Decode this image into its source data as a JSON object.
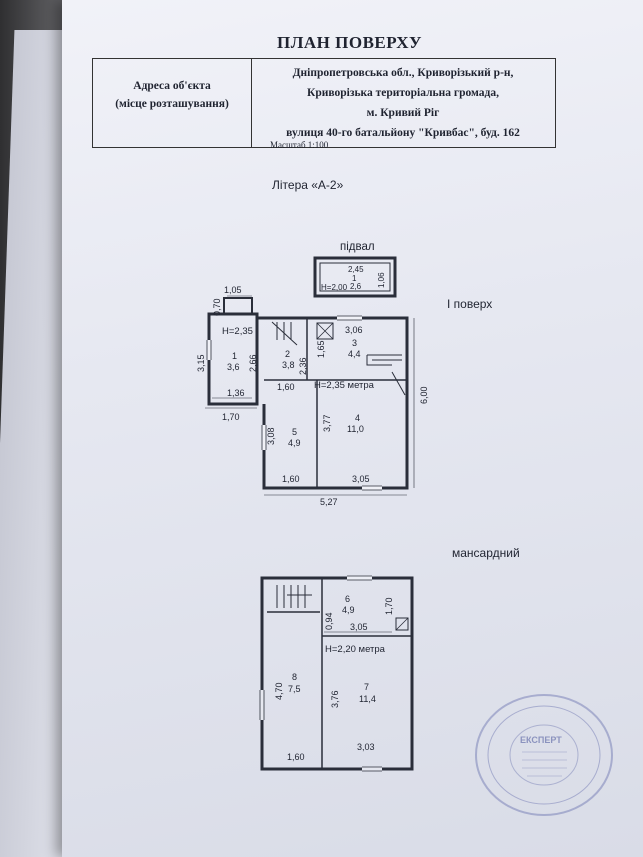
{
  "document": {
    "title": "ПЛАН ПОВЕРХУ",
    "address_label_line1": "Адреса об'єкта",
    "address_label_line2": "(місце розташування)",
    "address_lines": [
      "Дніпропетровська обл., Криворізький р-н,",
      "Криворізька територіальна громада,",
      "м. Кривий Ріг",
      "вулиця 40-го батальйону \"Кривбас\", буд. 162"
    ],
    "scale": "Масштаб 1:100",
    "litera": "Літера «А-2»"
  },
  "basement": {
    "label": "підвал",
    "dim_width": "2,45",
    "room_number": "1",
    "room_area": "2,6",
    "height": "Н=2,00",
    "dim_depth": "1,06"
  },
  "floor1": {
    "label": "І поверх",
    "height_left": "Н=2,35",
    "height_main": "Н=2,35 метра",
    "rooms": [
      {
        "number": "1",
        "area": "3,6"
      },
      {
        "number": "2",
        "area": "3,8"
      },
      {
        "number": "3",
        "area": "4,4"
      },
      {
        "number": "4",
        "area": "11,0"
      },
      {
        "number": "5",
        "area": "4,9"
      }
    ],
    "dims": {
      "top_left": "1,05",
      "left_small": "0,70",
      "left_height": "3,15",
      "inner_2_66": "2,66",
      "inner_2_36": "2,36",
      "inner_1_65": "1,65",
      "room3_width": "3,06",
      "bottom_1_36": "1,36",
      "outer_1_70": "1,70",
      "mid_1_60": "1,60",
      "right_6_00": "6,00",
      "room5_height": "3,08",
      "room4_height": "3,77",
      "bottom_1_60": "1,60",
      "bottom_3_05": "3,05",
      "total_5_27": "5,27"
    }
  },
  "attic": {
    "label": "мансардний",
    "height": "Н=2,20 метра",
    "rooms": [
      {
        "number": "6",
        "area": "4,9"
      },
      {
        "number": "8",
        "area": "7,5"
      },
      {
        "number": "7",
        "area": "11,4"
      }
    ],
    "dims": {
      "room6_height": "1,70",
      "small_0_94": "0,94",
      "width_3_05": "3,05",
      "room8_height": "4,70",
      "room7_height": "3,76",
      "bottom_1_60": "1,60",
      "bottom_3_03": "3,03"
    }
  },
  "stamp": {
    "center_text": "ЕКСПЕРТ"
  }
}
